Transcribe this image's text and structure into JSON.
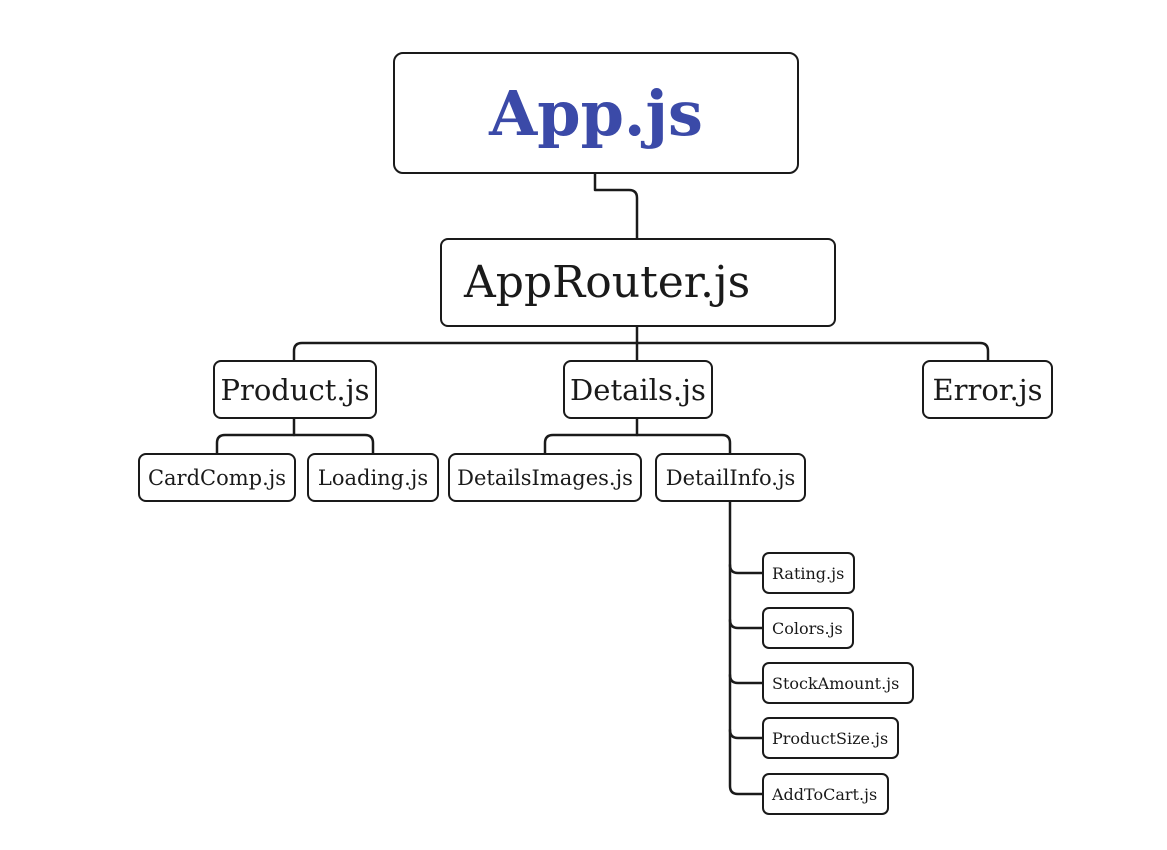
{
  "colors": {
    "root_text": "#3b4aa8",
    "line": "#1a1a1a",
    "border": "#1a1a1a"
  },
  "nodes": {
    "app": "App.js",
    "router": "AppRouter.js",
    "product": "Product.js",
    "details": "Details.js",
    "error": "Error.js",
    "card_comp": "CardComp.js",
    "loading": "Loading.js",
    "details_images": "DetailsImages.js",
    "detail_info": "DetailInfo.js",
    "rating": "Rating.js",
    "colors": "Colors.js",
    "stock_amount": "StockAmount.js",
    "product_size": "ProductSize.js",
    "add_to_cart": "AddToCart.js"
  }
}
